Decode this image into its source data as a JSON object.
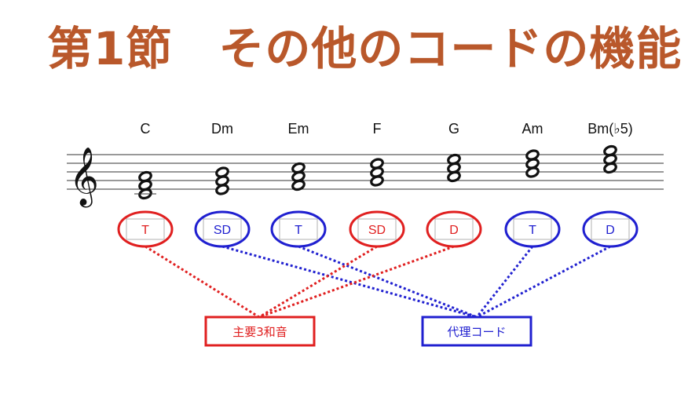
{
  "title": "第1節　その他のコードの機能",
  "chords": [
    {
      "name": "C",
      "function": "T",
      "group": "primary"
    },
    {
      "name": "Dm",
      "function": "SD",
      "group": "substitute"
    },
    {
      "name": "Em",
      "function": "T",
      "group": "substitute"
    },
    {
      "name": "F",
      "function": "SD",
      "group": "primary"
    },
    {
      "name": "G",
      "function": "D",
      "group": "primary"
    },
    {
      "name": "Am",
      "function": "T",
      "group": "substitute"
    },
    {
      "name": "Bm(♭5)",
      "function": "D",
      "group": "substitute"
    }
  ],
  "groups": {
    "primary": {
      "label": "主要3和音",
      "color": "#e02020"
    },
    "substitute": {
      "label": "代理コード",
      "color": "#2020d0"
    }
  },
  "clef": "treble-clef"
}
